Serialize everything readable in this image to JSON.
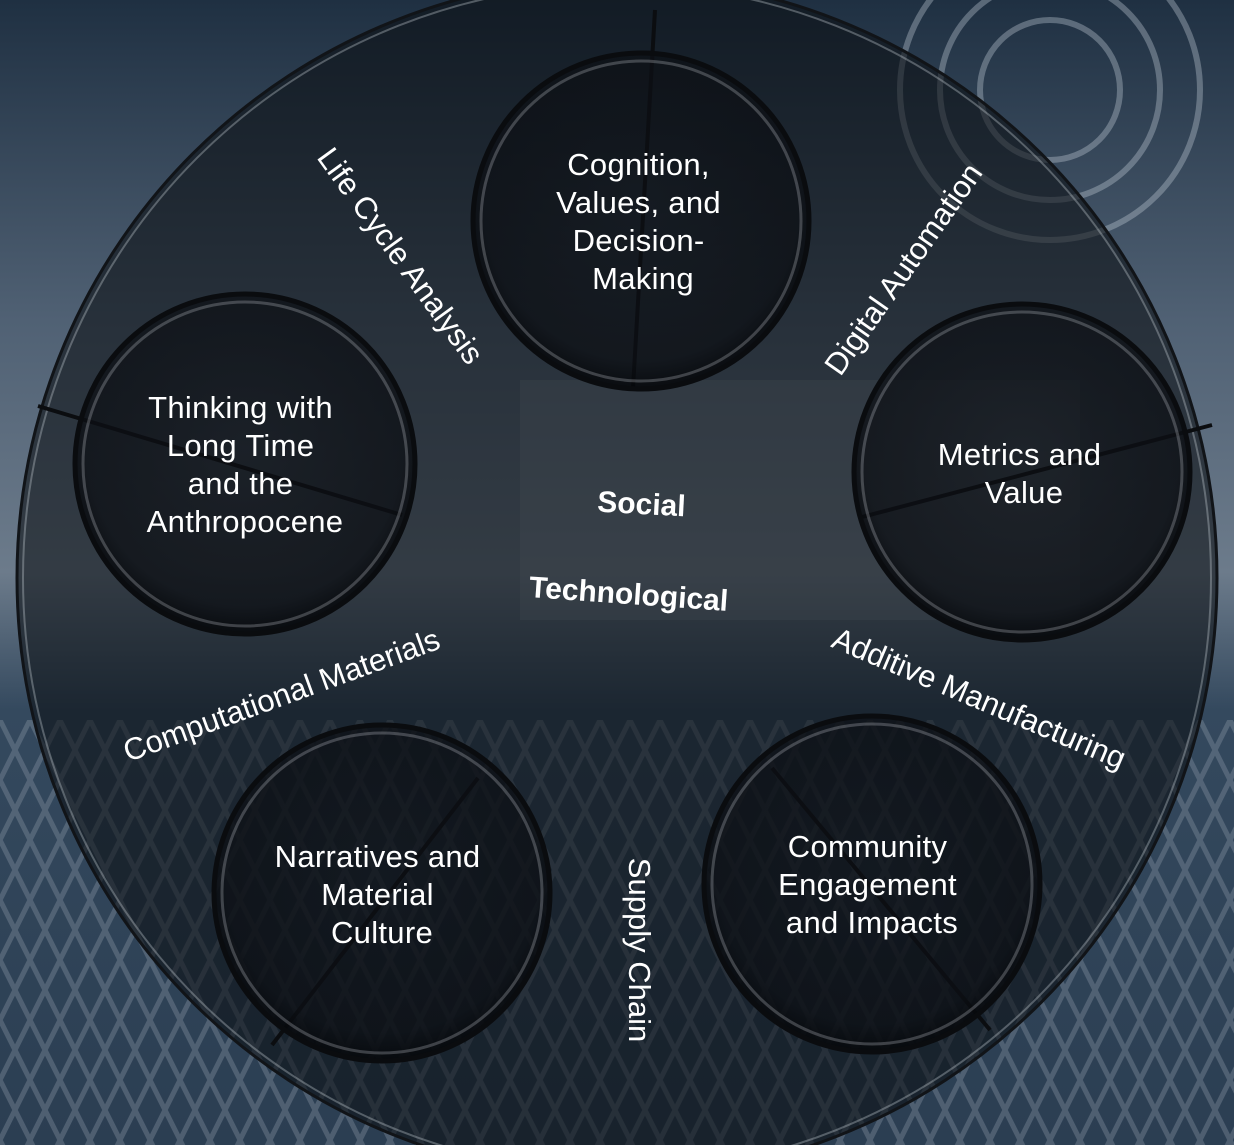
{
  "circles": {
    "cognition": [
      "Cognition,",
      "Values, and",
      "Decision-",
      "Making"
    ],
    "thinking": [
      "Thinking with",
      "Long Time",
      "and the",
      "Anthropocene"
    ],
    "metrics": [
      "Metrics and",
      "Value"
    ],
    "narratives": [
      "Narratives and",
      "Material",
      "Culture"
    ],
    "community": [
      "Community",
      "Engagement",
      "and Impacts"
    ]
  },
  "technology_labels": {
    "life_cycle": "Life Cycle Analysis",
    "digital_automation": "Digital Automation",
    "computational_materials": "Computational Materials",
    "additive_manufacturing": "Additive Manufacturing",
    "supply_chain": "Supply Chain"
  },
  "center": {
    "social": "Social",
    "technological": "Technological"
  }
}
